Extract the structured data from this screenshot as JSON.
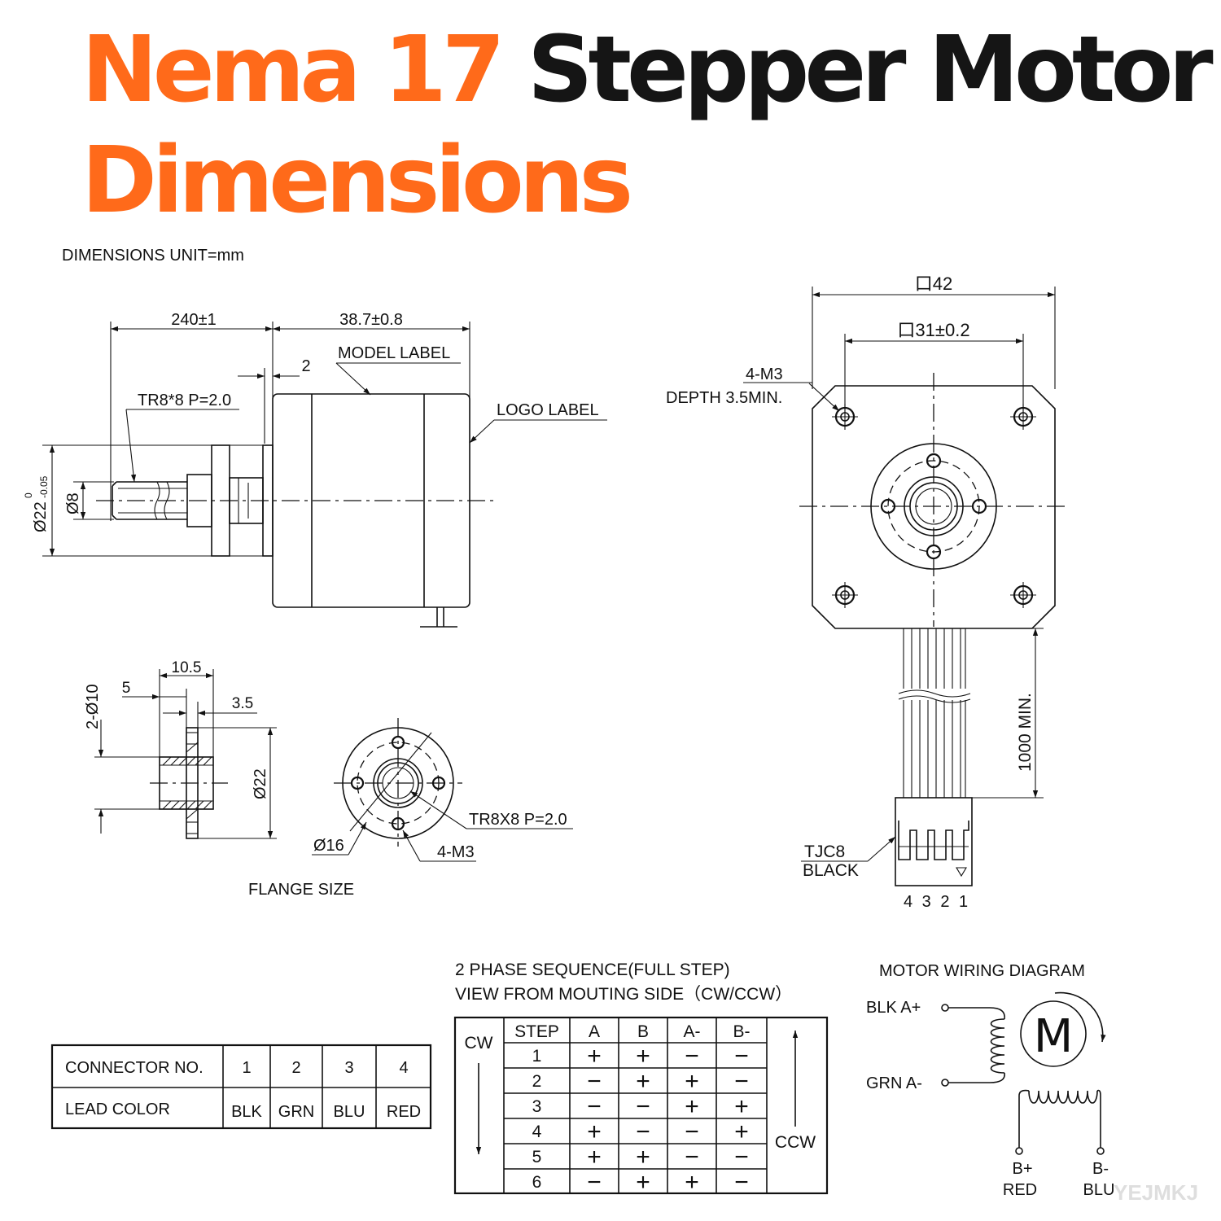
{
  "title": {
    "line1_orange": "Nema 17",
    "line1_black": "Stepper Motor",
    "line2_orange": "Dimensions",
    "orange_color": "#ff6a1a"
  },
  "side_view": {
    "unit_note": "DIMENSIONS UNIT=mm",
    "dim_leadscrew_length": "240±1",
    "dim_body_length": "38.7±0.8",
    "dim_boss_height": "2",
    "model_label": "MODEL LABEL",
    "logo_label": "LOGO LABEL",
    "thread_spec": "TR8*8 P=2.0",
    "dim_boss_diameter": "Ø22",
    "dim_boss_tol_upper": "0",
    "dim_boss_tol_lower": "-0.05",
    "dim_screw_diameter": "Ø8"
  },
  "front_view": {
    "dim_body_square": "口42",
    "dim_hole_spacing": "口31±0.2",
    "mount_holes": "4-M3",
    "mount_depth": "DEPTH 3.5MIN.",
    "cable_length": "1000 MIN.",
    "connector_type": "TJC8",
    "connector_color": "BLACK",
    "pin_numbers": "4 3 2 1"
  },
  "flange": {
    "dim_total_length": "10.5",
    "dim_5": "5",
    "dim_3_5": "3.5",
    "dim_holes": "2-Ø10",
    "dim_diameter": "Ø22",
    "dim_pcd": "Ø16",
    "thread_spec": "TR8X8 P=2.0",
    "holes": "4-M3",
    "caption": "FLANGE SIZE"
  },
  "connector_table": {
    "row1_label": "CONNECTOR NO.",
    "row2_label": "LEAD COLOR",
    "numbers": [
      "1",
      "2",
      "3",
      "4"
    ],
    "colors": [
      "BLK",
      "GRN",
      "BLU",
      "RED"
    ]
  },
  "phase_sequence": {
    "title_line1": "2 PHASE SEQUENCE(FULL STEP)",
    "title_line2": "VIEW FROM MOUTING SIDE（CW/CCW）",
    "cw_label": "CW",
    "ccw_label": "CCW",
    "headers": [
      "STEP",
      "A",
      "B",
      "A-",
      "B-"
    ],
    "rows": [
      [
        "1",
        "+",
        "+",
        "−",
        "−"
      ],
      [
        "2",
        "−",
        "+",
        "+",
        "−"
      ],
      [
        "3",
        "−",
        "−",
        "+",
        "+"
      ],
      [
        "4",
        "+",
        "−",
        "−",
        "+"
      ],
      [
        "5",
        "+",
        "+",
        "−",
        "−"
      ],
      [
        "6",
        "−",
        "+",
        "+",
        "−"
      ]
    ]
  },
  "wiring": {
    "title": "MOTOR WIRING  DIAGRAM",
    "a_plus": "BLK  A+",
    "a_minus": "GRN  A-",
    "b_plus": "B+",
    "b_plus_color": "RED",
    "b_minus": "B-",
    "b_minus_color": "BLU",
    "motor_symbol": "M"
  },
  "watermark": "YEJMKJ"
}
